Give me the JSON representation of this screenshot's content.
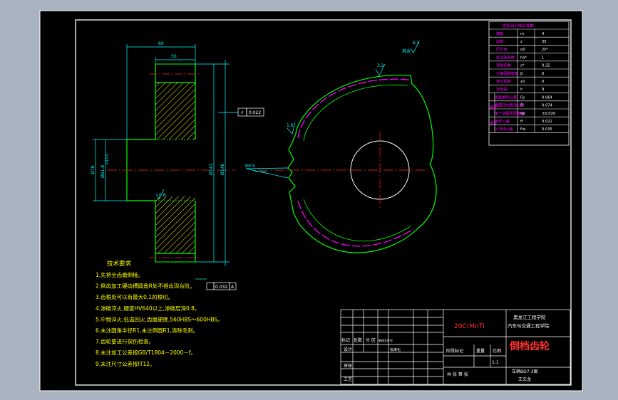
{
  "colors": {
    "background": "#a9b3bf",
    "paper": "#000000",
    "line": "#ffffff",
    "part": "#00ff00",
    "hatch": "#ffff00",
    "dim": "#00ffff",
    "center": "#ff2020",
    "accent": "#ff00ff",
    "title_red": "#ff3030"
  },
  "dimensions": {
    "width_top": "60",
    "hub_width": "30",
    "bore_dia_1": "Ø78",
    "bore_dia_2": "Ø61.8",
    "bore_tol": "+0.03",
    "dia_141": "Ø141",
    "dia_146": "Ø146",
    "runout_val": "0.022",
    "flatness_val": "0.032",
    "datum": "A",
    "rough_side": "0.8",
    "rough_top": "3.2",
    "rough_flank": "1.6",
    "rough_corner": "6.3",
    "rough_other_label": "其余",
    "radius": "R0.5"
  },
  "params": {
    "title": "齿轮设计啮合参数",
    "rows": [
      {
        "name": "模数",
        "sym": "m",
        "val": "4"
      },
      {
        "name": "齿数",
        "sym": "z",
        "val": "35"
      },
      {
        "name": "压力角",
        "sym": "α0",
        "val": "20°"
      },
      {
        "name": "齿顶高系数",
        "sym": "ha*",
        "val": "1"
      },
      {
        "name": "顶隙系数",
        "sym": "c*",
        "val": "0.25"
      },
      {
        "name": "分度圆螺旋角",
        "sym": "β",
        "val": "0"
      },
      {
        "name": "变位系数",
        "sym": "x0",
        "val": "0"
      },
      {
        "name": "全齿高",
        "sym": "h",
        "val": "9"
      }
    ],
    "group1": "精度",
    "group2": "项目",
    "rows2": [
      {
        "name": "齿距累积公差",
        "sym": "Fp",
        "val": "0.064"
      },
      {
        "name": "齿圈径向跳动公差",
        "sym": "Fr",
        "val": "0.074"
      },
      {
        "name": "单个齿距极限偏差",
        "sym": "fpt",
        "val": "±0.020"
      },
      {
        "name": "齿形公差",
        "sym": "ff",
        "val": "0.022"
      },
      {
        "name": "公法线公差",
        "sym": "Fw",
        "val": "0.035"
      }
    ]
  },
  "notes": {
    "heading": "技术要求",
    "items": [
      "1.先将全齿磨倒棱。",
      "2.倒齿加工硬齿槽圆角R处不得出现台阶。",
      "3.齿根处可以有最大0.1的根切。",
      "4.渗碳淬火,硬度HV640以上,渗碳层深0.8。",
      "5.中频淬火,低温回火,齿面硬度,560HBS～600HBS。",
      "6.未注圆角半径R1,未注倒圆R1,清除毛刺。",
      "7.齿轮要进行探伤检查。",
      "8.未注加工公差按GB/T1804－2000－f。",
      "9.未注尺寸公差按IT12。"
    ]
  },
  "title_block": {
    "material": "20CrMnTi",
    "school_1": "黑龙江工程学院",
    "school_2": "汽车与交通工程学院",
    "part_name": "倒档齿轮",
    "marks": "标记",
    "count": "处数",
    "zone": "分 区",
    "change_doc": "更改文件号",
    "design": "设计",
    "standard": "标准化",
    "stage_mark": "阶段标记",
    "weight": "重量",
    "scale_label": "比例",
    "scale": "1:1",
    "review": "审核",
    "process": "工艺",
    "sheets": "共  张  第   张",
    "drawing_no": "车辆BD7-3图",
    "author": "王文龙"
  }
}
